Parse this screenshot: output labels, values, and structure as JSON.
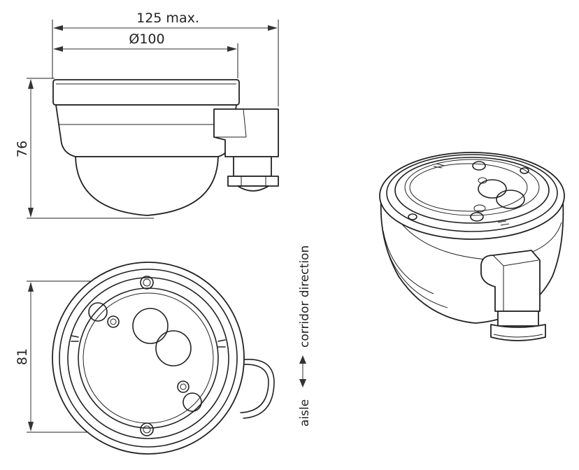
{
  "dimensions": {
    "overall_width": "125 max.",
    "diameter": "Ø100",
    "height": "76",
    "base_diameter": "81"
  },
  "orientation": {
    "label_aisle": "aisle",
    "label_corridor": "corridor direction",
    "arrow_icon": "double-arrow-vertical"
  },
  "views": [
    "side-view",
    "bottom-view",
    "isometric-view"
  ]
}
